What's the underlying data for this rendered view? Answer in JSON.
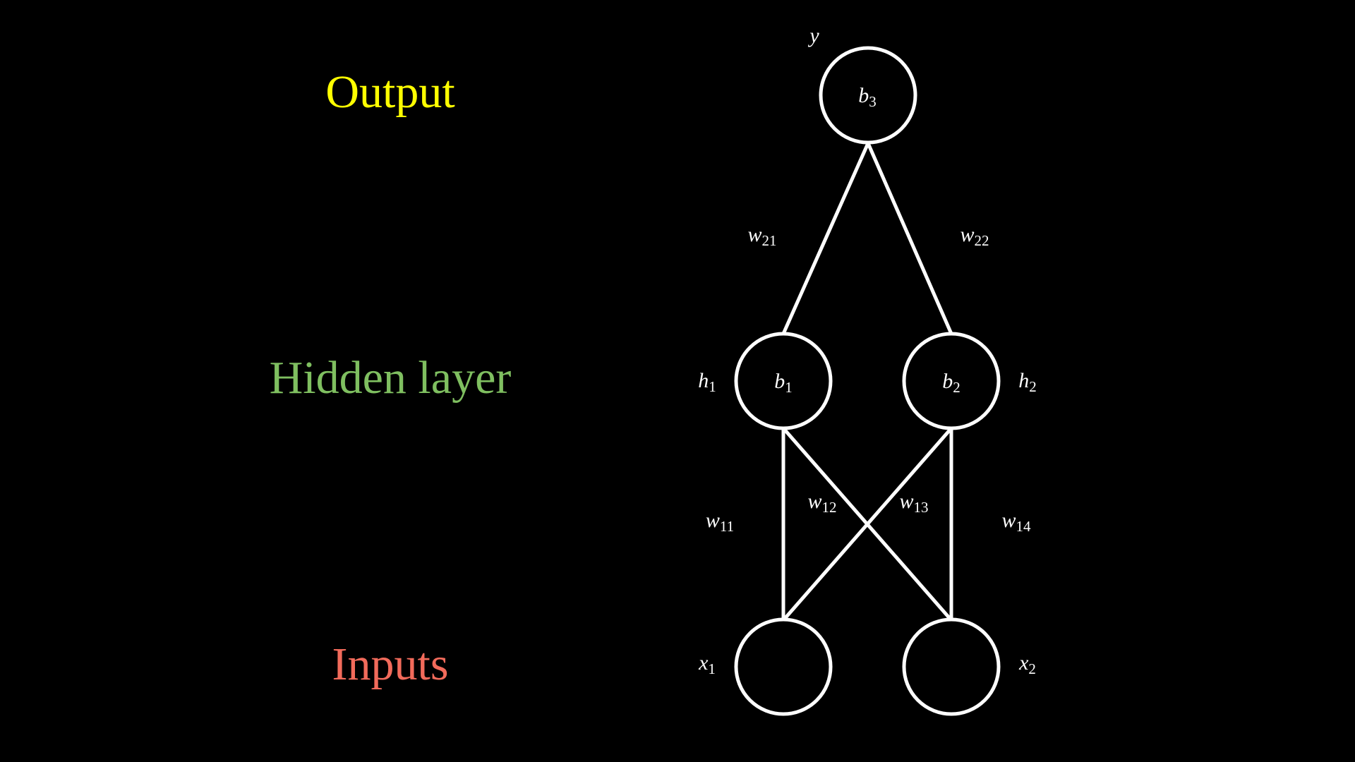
{
  "colors": {
    "background": "#000000",
    "line": "#ffffff",
    "output_label": "#ffff00",
    "hidden_label": "#7fbf60",
    "inputs_label": "#f26b5b"
  },
  "layer_labels": {
    "output": "Output",
    "hidden": "Hidden layer",
    "inputs": "Inputs"
  },
  "nodes": {
    "output": {
      "outside_label": "y",
      "outside_sub": "",
      "bias": "b",
      "bias_sub": "3"
    },
    "hidden_1": {
      "outside_label": "h",
      "outside_sub": "1",
      "bias": "b",
      "bias_sub": "1"
    },
    "hidden_2": {
      "outside_label": "h",
      "outside_sub": "2",
      "bias": "b",
      "bias_sub": "2"
    },
    "input_1": {
      "outside_label": "x",
      "outside_sub": "1"
    },
    "input_2": {
      "outside_label": "x",
      "outside_sub": "2"
    }
  },
  "weights": {
    "w21": {
      "base": "w",
      "sub": "21"
    },
    "w22": {
      "base": "w",
      "sub": "22"
    },
    "w11": {
      "base": "w",
      "sub": "11"
    },
    "w12": {
      "base": "w",
      "sub": "12"
    },
    "w13": {
      "base": "w",
      "sub": "13"
    },
    "w14": {
      "base": "w",
      "sub": "14"
    }
  }
}
